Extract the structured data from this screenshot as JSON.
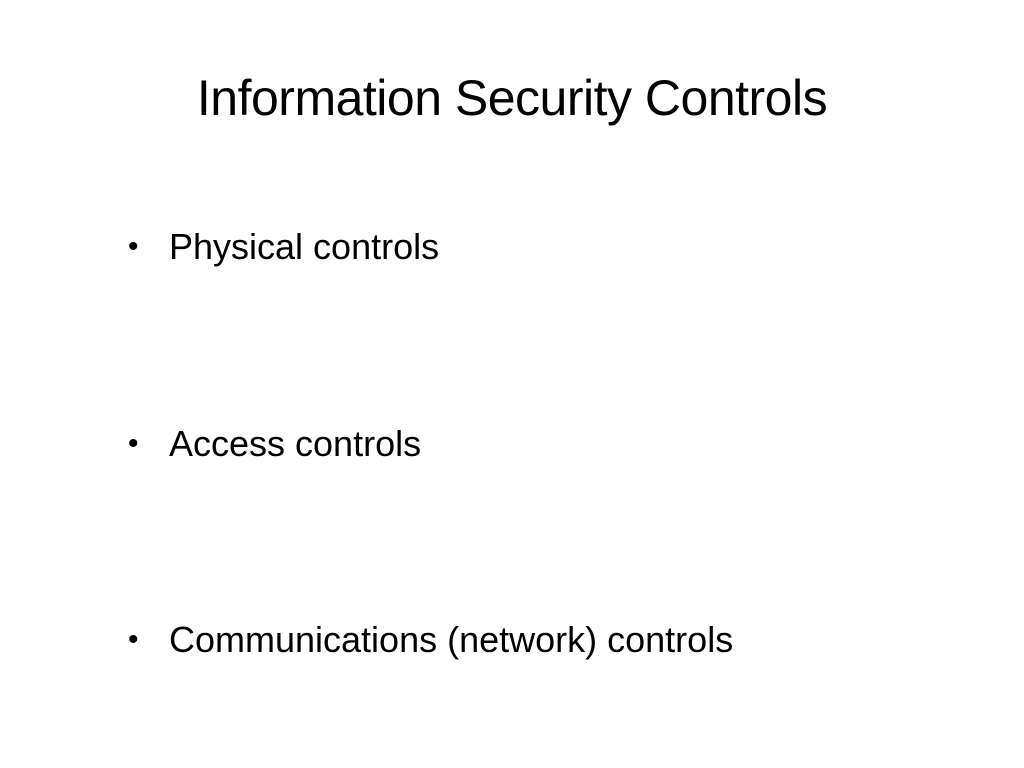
{
  "slide": {
    "title": "Information Security Controls",
    "bullet_glyph": "•",
    "bullets": [
      {
        "text": "Physical controls"
      },
      {
        "text": "Access controls"
      },
      {
        "text": "Communications (network) controls"
      }
    ]
  },
  "colors": {
    "background": "#ffffff",
    "text": "#000000"
  }
}
